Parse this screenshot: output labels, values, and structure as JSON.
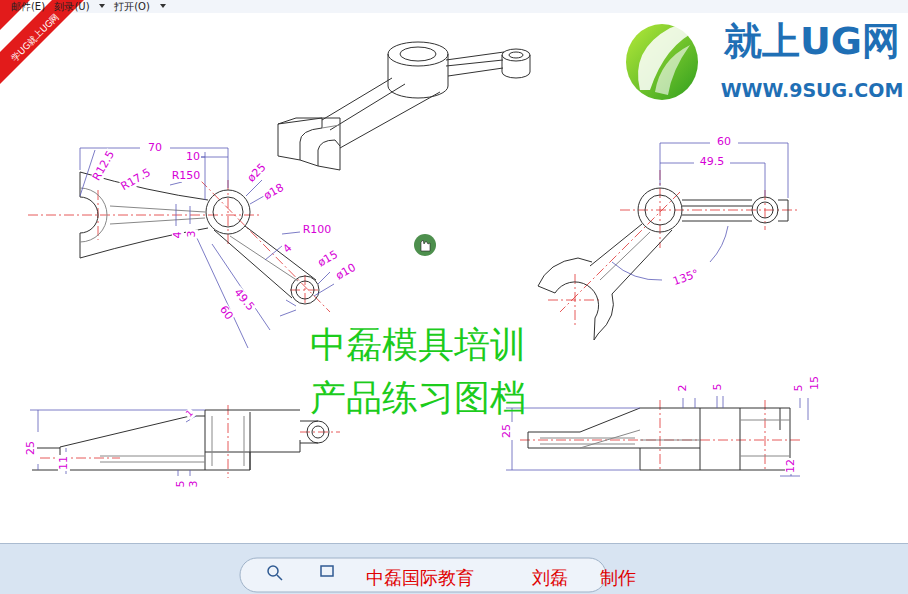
{
  "diagram": {
    "labels": [
      "邮件(E)",
      "刻录(U)",
      "打开(O)",
      "9SUG",
      "学UG就上UG网",
      "就上UG网",
      "WWW.9SUG.COM",
      "70",
      "10",
      "R12.5",
      "R17.5",
      "R150",
      "ø25",
      "ø18",
      "4",
      "3",
      "R100",
      "4",
      "ø15",
      "ø10",
      "49.5",
      "60",
      "60",
      "49.5",
      "135°",
      "25",
      "11",
      "1",
      "5",
      "3",
      "2",
      "5",
      "5",
      "15",
      "25",
      "12",
      "中磊模具培训",
      "产品练习图档",
      "中磊国际教育",
      "刘磊",
      "制作"
    ]
  }
}
